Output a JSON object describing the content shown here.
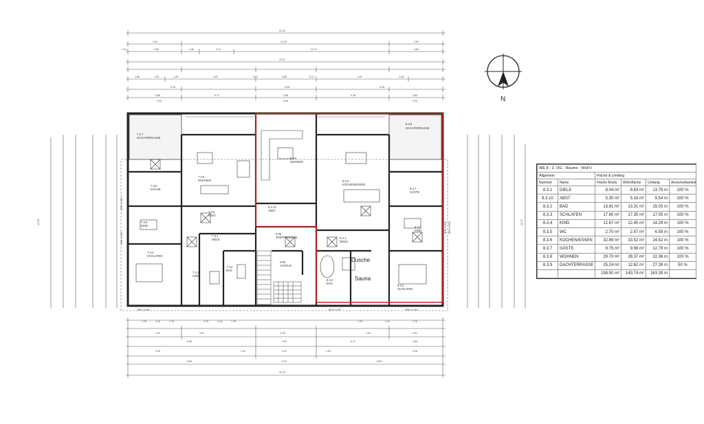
{
  "dims": {
    "top_overall": "24.10",
    "top_r1": [
      "3.81",
      "14.23",
      "3.87"
    ],
    "top_r2": [
      "1.01",
      "3.80",
      "1.36",
      "2.17",
      "11.72",
      "3.80"
    ],
    "top_r3": "23.47",
    "top_r4": [
      "1.85",
      "1.00",
      "1.25",
      "4.57",
      "5.17",
      "4.85",
      "5.17",
      "4.57",
      "1.25"
    ],
    "top_r5": [
      "3.28",
      "5.08",
      "8.28"
    ],
    "top_r6": [
      "3.85",
      "5.17",
      "3.06",
      "3.18",
      "3.80",
      "3.03",
      "5.08",
      "3.03"
    ],
    "bottom_r1": [
      "1.75",
      "1.10",
      "1.75",
      "1.75",
      "1.10",
      "1.75",
      "1.75",
      "1.10",
      "1.75"
    ],
    "bottom_r2": [
      "3.31",
      "3.91",
      "6.28",
      "3.91",
      "3.31"
    ],
    "bottom_r3": [
      "8.38",
      "4.50",
      "5.17",
      "3.85"
    ],
    "bottom_r4": [
      "3.28",
      "1.52",
      "3.01",
      "1.52",
      "3.28"
    ],
    "bottom_r5": [
      "8.69",
      "4.23",
      "8.69"
    ],
    "bottom_overall": "24.10",
    "left_total": "13.38",
    "right_total": "12.37",
    "side_labels": [
      "BRH 0.600",
      "BRH 0.600",
      "BRH 0.900",
      "BRH 0.900",
      "BRH 0.600",
      "BRH 0.950",
      "BRH 0.950"
    ]
  },
  "rooms": {
    "dachterrasse_left": [
      "7.3.7",
      "DACHTERRASSE"
    ],
    "kueche_left": [
      "7.3.6",
      "KÜCHE"
    ],
    "kind_left": [
      "7.3.5",
      "KIND"
    ],
    "schlafen_left": [
      "7.3.4",
      "SCHLAFEN"
    ],
    "wohnen_left": [
      "7.3.8",
      "WOHNEN"
    ],
    "abst_left": [
      "7.3.9",
      "ABST"
    ],
    "diele_left": [
      "7.3.1",
      "DIELE"
    ],
    "kind2_left": [
      "7.3.3",
      "KIND"
    ],
    "bad_left": [
      "7.3.2",
      "BAD"
    ],
    "wohnen_right": [
      "8.3.8",
      "WOHNEN"
    ],
    "abst_right": [
      "8.3.10",
      "ABST"
    ],
    "treppenhaus": [
      "0.05",
      "TREPPENHAUS"
    ],
    "aufzug": [
      "0.06",
      "AUFZUG"
    ],
    "kochen_essen": [
      "8.3.6",
      "KOCHEN/ESSEN"
    ],
    "diele_right": [
      "8.3.1",
      "DIELE"
    ],
    "bad_right": [
      "8.3.2",
      "BAD"
    ],
    "dachterrasse_right": [
      "8.3.9",
      "DACHTERRASSE"
    ],
    "gaeste": [
      "8.3.7",
      "GÄSTE"
    ],
    "kind_right": [
      "8.3.4",
      "KIND"
    ],
    "schlafen_right": [
      "8.3.3",
      "SCHLAFEN"
    ]
  },
  "handwritten": {
    "dusche": "Dusche",
    "sauna": "Sauna"
  },
  "compass": {
    "letter": "N"
  },
  "table": {
    "title": "WE 8 - 2. OG - Räume - WoFV",
    "sub": [
      "Allgemein",
      "Fläche & Umfang"
    ],
    "headers": [
      "Nummer",
      "Name",
      "Fläche Brutto",
      "Wohnfläche",
      "Umfang",
      "Anrechenbarkeit"
    ],
    "rows": [
      [
        "8.3.1",
        "DIELE",
        "8.04 m²",
        "8.83 m²",
        "13.79 m",
        "100 %"
      ],
      [
        "8.3.10",
        "ABST",
        "5.30 m²",
        "5.16 m²",
        "9.54 m",
        "100 %"
      ],
      [
        "8.3.2",
        "BAD",
        "13.81 m²",
        "13.31 m²",
        "15.03 m",
        "100 %"
      ],
      [
        "8.3.3",
        "SCHLAFEN",
        "17.60 m²",
        "17.35 m²",
        "17.05 m",
        "100 %"
      ],
      [
        "8.3.4",
        "KIND",
        "12.67 m²",
        "12.45 m²",
        "14.29 m",
        "100 %"
      ],
      [
        "8.3.5",
        "WC",
        "2.70 m²",
        "2.57 m²",
        "6.59 m",
        "100 %"
      ],
      [
        "8.3.6",
        "KOCHEN/ESSEN",
        "32.89 m²",
        "33.52 m²",
        "24.52 m",
        "100 %"
      ],
      [
        "8.3.7",
        "GÄSTE",
        "9.75 m²",
        "9.56 m²",
        "12.79 m",
        "100 %"
      ],
      [
        "8.3.8",
        "WOHNEN",
        "29.70 m²",
        "28.37 m²",
        "22.36 m",
        "100 %"
      ],
      [
        "8.3.9",
        "DACHTERRASSE",
        "25.24 m²",
        "12.62 m²",
        "27.39 m",
        "50 %"
      ]
    ],
    "totals": [
      "158.50 m²",
      "143.74 m²",
      "163.35 m"
    ]
  }
}
